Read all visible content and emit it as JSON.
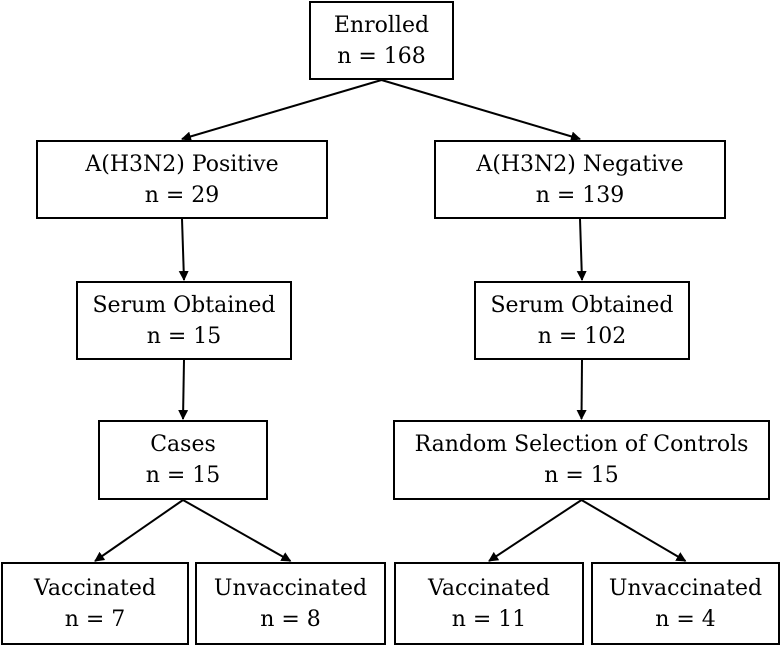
{
  "nodes": {
    "enrolled": {
      "label": "Enrolled",
      "count": "n = 168"
    },
    "positive": {
      "label": "A(H3N2) Positive",
      "count": "n = 29"
    },
    "negative": {
      "label": "A(H3N2) Negative",
      "count": "n = 139"
    },
    "serum_pos": {
      "label": "Serum Obtained",
      "count": "n = 15"
    },
    "serum_neg": {
      "label": "Serum Obtained",
      "count": "n = 102"
    },
    "cases": {
      "label": "Cases",
      "count": "n = 15"
    },
    "controls": {
      "label": "Random Selection of Controls",
      "count": "n = 15"
    },
    "cases_vacc": {
      "label": "Vaccinated",
      "count": "n = 7"
    },
    "cases_unvacc": {
      "label": "Unvaccinated",
      "count": "n = 8"
    },
    "controls_vacc": {
      "label": "Vaccinated",
      "count": "n = 11"
    },
    "controls_unvacc": {
      "label": "Unvaccinated",
      "count": "n = 4"
    }
  },
  "edges": [
    {
      "from": "enrolled",
      "to": "positive"
    },
    {
      "from": "enrolled",
      "to": "negative"
    },
    {
      "from": "positive",
      "to": "serum_pos"
    },
    {
      "from": "negative",
      "to": "serum_neg"
    },
    {
      "from": "serum_pos",
      "to": "cases"
    },
    {
      "from": "serum_neg",
      "to": "controls"
    },
    {
      "from": "cases",
      "to": "cases_vacc"
    },
    {
      "from": "cases",
      "to": "cases_unvacc"
    },
    {
      "from": "controls",
      "to": "controls_vacc"
    },
    {
      "from": "controls",
      "to": "controls_unvacc"
    }
  ]
}
